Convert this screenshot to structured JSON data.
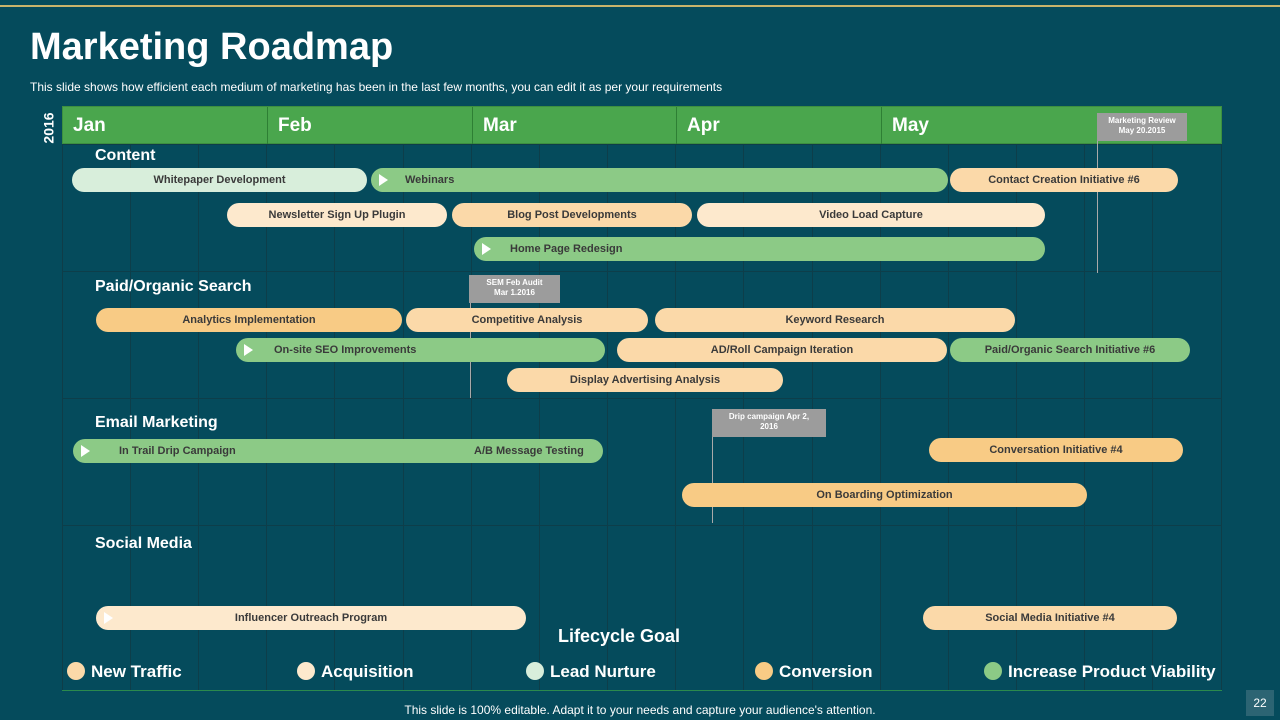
{
  "title": "Marketing Roadmap",
  "subtitle": "This slide shows how efficient each medium of marketing has been in the last few months, you can edit it as per your requirements",
  "year": "2016",
  "months": [
    "Jan",
    "Feb",
    "Mar",
    "Apr",
    "May"
  ],
  "sections": {
    "content": "Content",
    "search": "Paid/Organic Search",
    "email": "Email Marketing",
    "social": "Social Media"
  },
  "bars": {
    "whitepaper": "Whitepaper Development",
    "webinars": "Webinars",
    "contact_creation": "Contact Creation Initiative #6",
    "newsletter": "Newsletter Sign Up Plugin",
    "blog_post": "Blog Post Developments",
    "video_load": "Video Load Capture",
    "home_page": "Home Page Redesign",
    "analytics": "Analytics Implementation",
    "competitive": "Competitive Analysis",
    "keyword": "Keyword Research",
    "onsite_seo": "On-site SEO Improvements",
    "ad_roll": "AD/Roll Campaign Iteration",
    "paid_organic": "Paid/Organic Search Initiative #6",
    "display_ads": "Display Advertising Analysis",
    "in_trail": "In Trail Drip Campaign",
    "ab_testing": "A/B Message Testing",
    "conversation": "Conversation Initiative #4",
    "onboarding": "On Boarding Optimization",
    "influencer": "Influencer Outreach Program",
    "social_initiative": "Social Media Initiative #4"
  },
  "markers": {
    "marketing_review_1": "Marketing Review",
    "marketing_review_2": "May 20.2015",
    "sem_audit_1": "SEM Feb Audit",
    "sem_audit_2": "Mar 1.2016",
    "drip_1": "Drip campaign  Apr 2,",
    "drip_2": "2016"
  },
  "lifecycle_title": "Lifecycle Goal",
  "legend": [
    {
      "label": "New Traffic",
      "color": "#fbd9a9"
    },
    {
      "label": "Acquisition",
      "color": "#fde9cd"
    },
    {
      "label": "Lead Nurture",
      "color": "#d8eedb"
    },
    {
      "label": "Conversion",
      "color": "#f8cb85"
    },
    {
      "label": "Increase Product Viability",
      "color": "#8cca86"
    }
  ],
  "colors": {
    "background": "#054b5c",
    "month_bar": "#4aa64d",
    "accent_line": "#c9b36b"
  },
  "footer": "This slide is 100% editable. Adapt it to your needs and capture your audience's attention.",
  "page_number": "22"
}
